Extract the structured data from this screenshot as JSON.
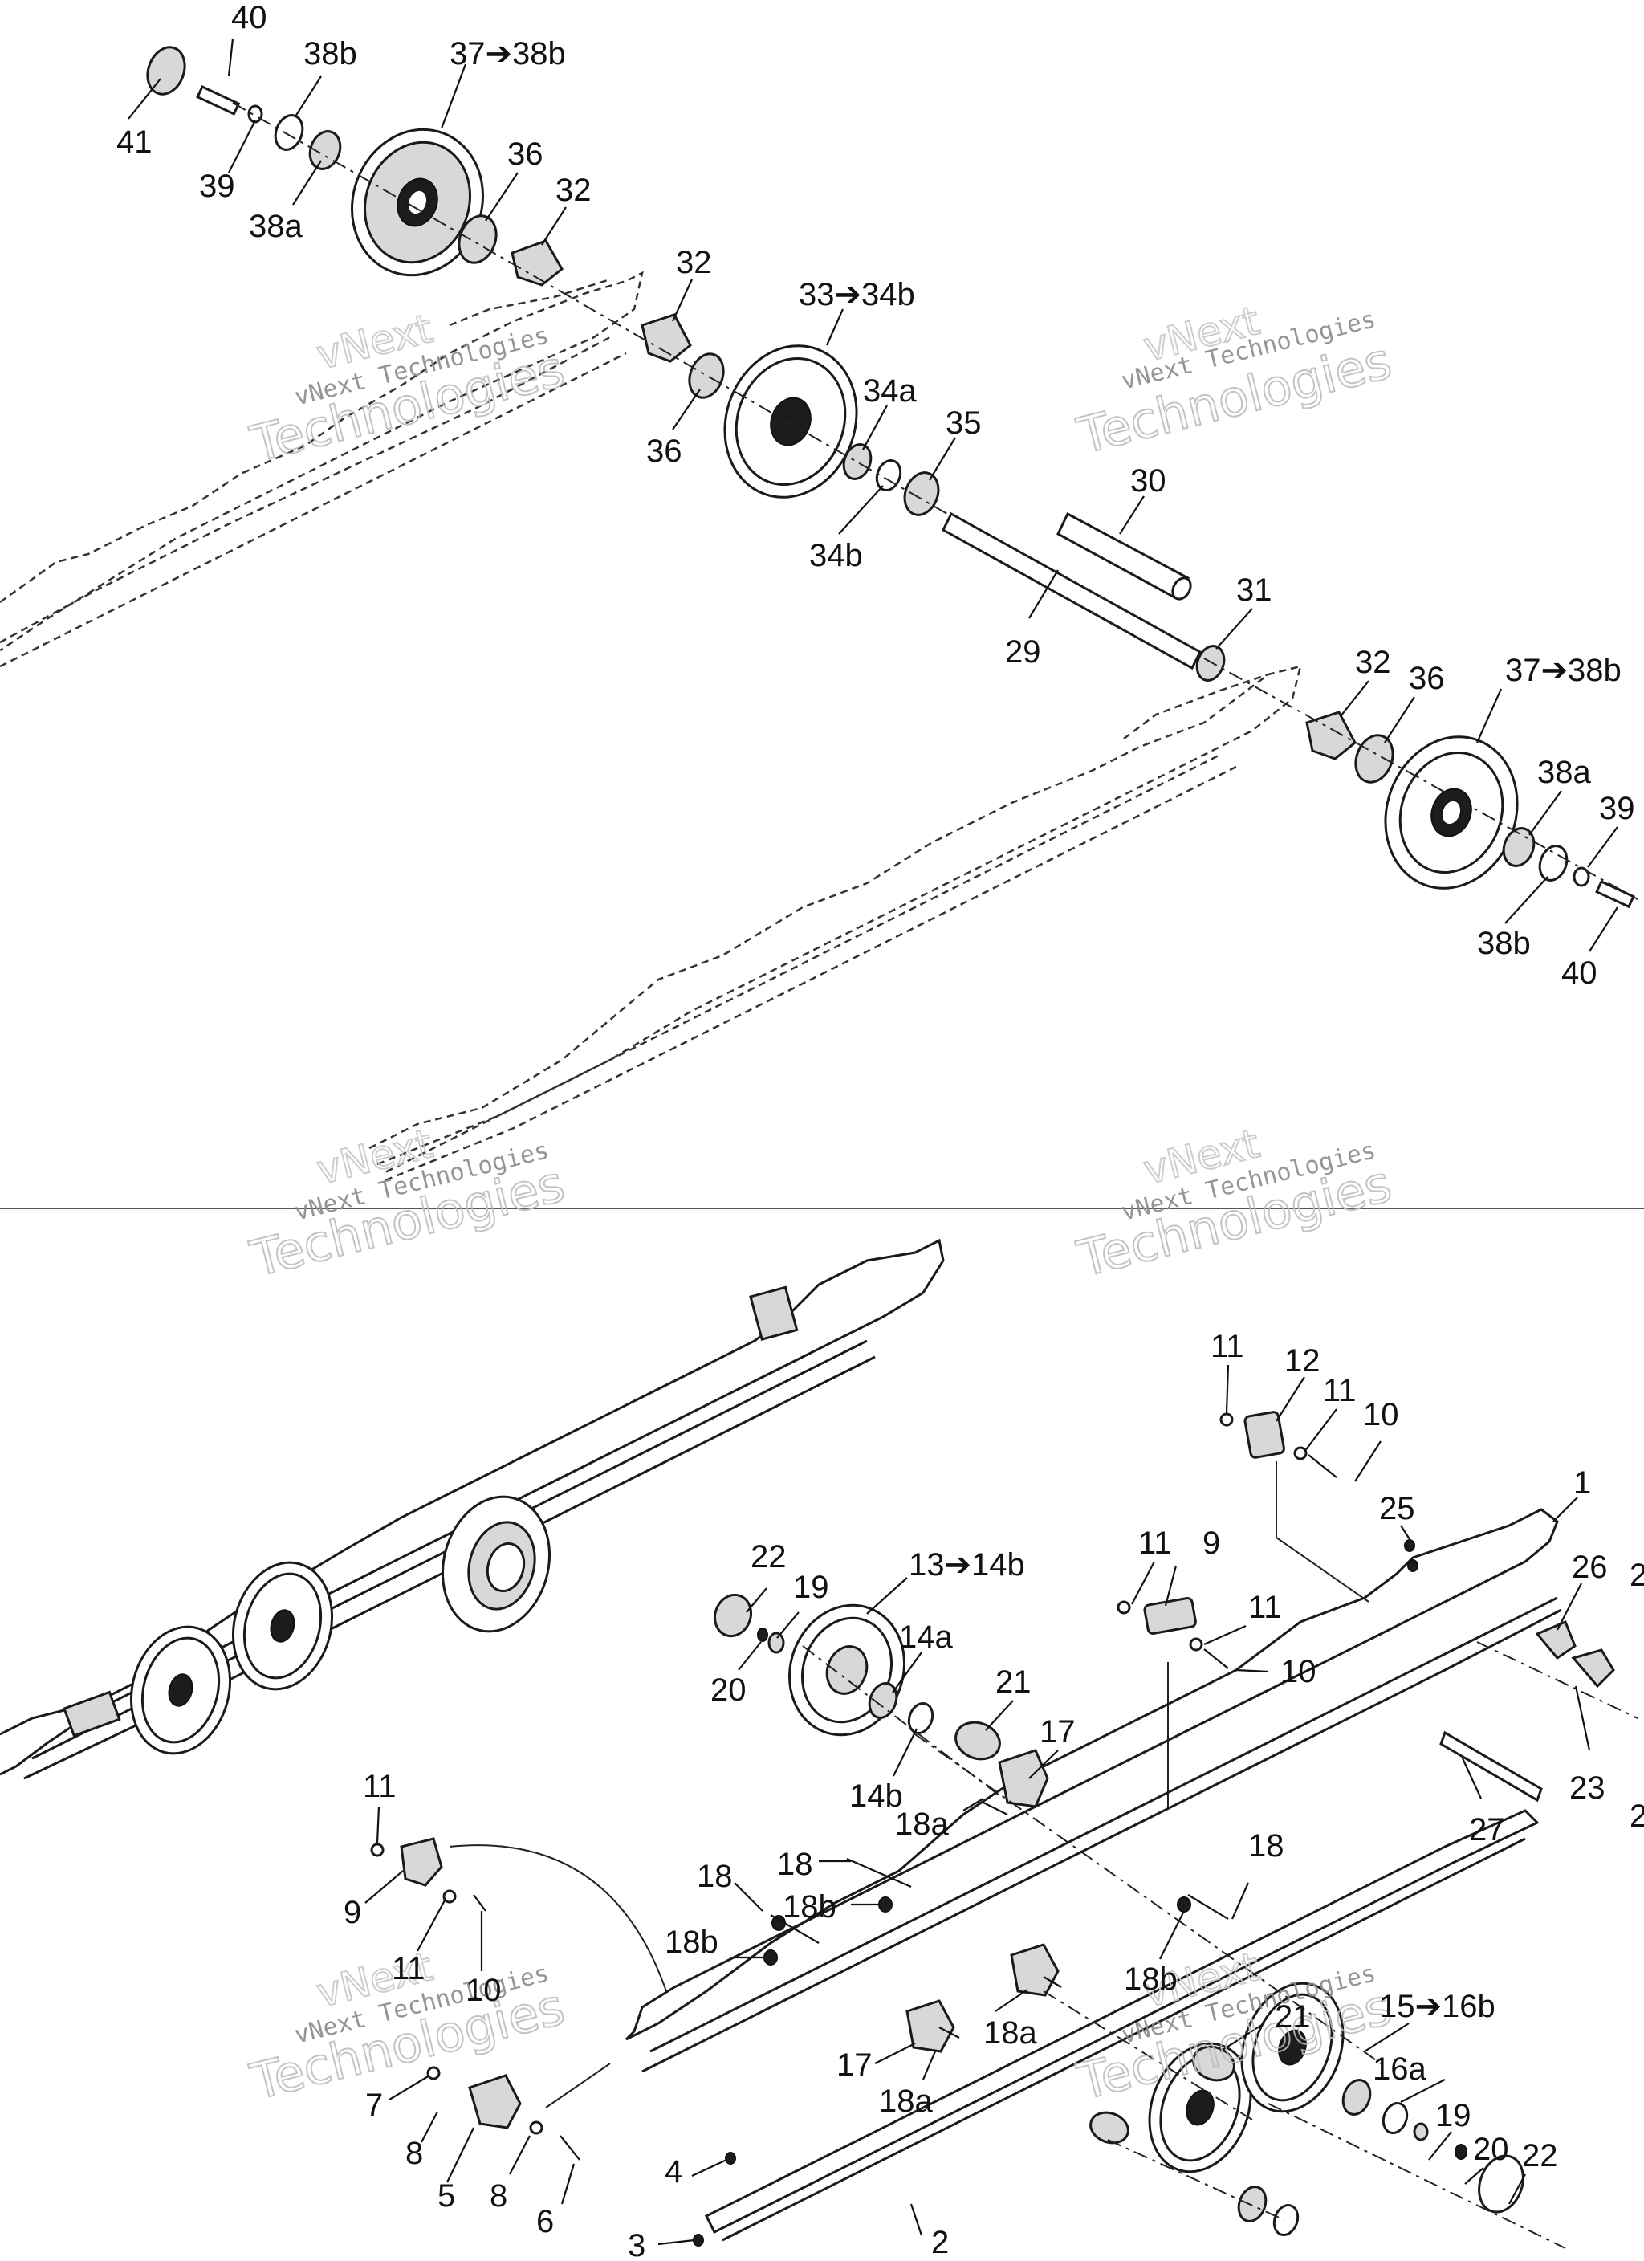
{
  "watermark": {
    "line1": "vNext Technologies",
    "line2": "Technologies",
    "line3": "vNext"
  },
  "callouts": [
    {
      "id": "c41",
      "text": "41"
    },
    {
      "id": "c40a",
      "text": "40"
    },
    {
      "id": "c39a",
      "text": "39"
    },
    {
      "id": "c38b_a",
      "text": "38b"
    },
    {
      "id": "c38a_a",
      "text": "38a"
    },
    {
      "id": "c37a",
      "text": "37➔38b"
    },
    {
      "id": "c36a",
      "text": "36"
    },
    {
      "id": "c32a",
      "text": "32"
    },
    {
      "id": "c32b",
      "text": "32"
    },
    {
      "id": "c36b",
      "text": "36"
    },
    {
      "id": "c33",
      "text": "33➔34b"
    },
    {
      "id": "c34a",
      "text": "34a"
    },
    {
      "id": "c35",
      "text": "35"
    },
    {
      "id": "c34b",
      "text": "34b"
    },
    {
      "id": "c30",
      "text": "30"
    },
    {
      "id": "c29",
      "text": "29"
    },
    {
      "id": "c31",
      "text": "31"
    },
    {
      "id": "c32c",
      "text": "32"
    },
    {
      "id": "c36c",
      "text": "36"
    },
    {
      "id": "c37b",
      "text": "37➔38b"
    },
    {
      "id": "c38a_b",
      "text": "38a"
    },
    {
      "id": "c39b",
      "text": "39"
    },
    {
      "id": "c38b_b",
      "text": "38b"
    },
    {
      "id": "c40b",
      "text": "40"
    },
    {
      "id": "c11a",
      "text": "11"
    },
    {
      "id": "c12",
      "text": "12"
    },
    {
      "id": "c11b",
      "text": "11"
    },
    {
      "id": "c10a",
      "text": "10"
    },
    {
      "id": "c1",
      "text": "1"
    },
    {
      "id": "c25",
      "text": "25"
    },
    {
      "id": "c26",
      "text": "26"
    },
    {
      "id": "c2e1",
      "text": "2"
    },
    {
      "id": "c11c",
      "text": "11"
    },
    {
      "id": "c9a",
      "text": "9"
    },
    {
      "id": "c11d",
      "text": "11"
    },
    {
      "id": "c10b",
      "text": "10"
    },
    {
      "id": "c22a",
      "text": "22"
    },
    {
      "id": "c19a",
      "text": "19"
    },
    {
      "id": "c13",
      "text": "13➔14b"
    },
    {
      "id": "c14a",
      "text": "14a"
    },
    {
      "id": "c20a",
      "text": "20"
    },
    {
      "id": "c21a",
      "text": "21"
    },
    {
      "id": "c17a",
      "text": "17"
    },
    {
      "id": "c14b",
      "text": "14b"
    },
    {
      "id": "c18a_a",
      "text": "18a"
    },
    {
      "id": "c23",
      "text": "23"
    },
    {
      "id": "c27",
      "text": "27"
    },
    {
      "id": "c2e2",
      "text": "2"
    },
    {
      "id": "c11e",
      "text": "11"
    },
    {
      "id": "c9b",
      "text": "9"
    },
    {
      "id": "c11f",
      "text": "11"
    },
    {
      "id": "c10c",
      "text": "10"
    },
    {
      "id": "c18_a",
      "text": "18"
    },
    {
      "id": "c18_b",
      "text": "18"
    },
    {
      "id": "c18b_a",
      "text": "18b"
    },
    {
      "id": "c18_c",
      "text": "18"
    },
    {
      "id": "c18b_b",
      "text": "18b"
    },
    {
      "id": "c18b_c",
      "text": "18b"
    },
    {
      "id": "c18a_b",
      "text": "18a"
    },
    {
      "id": "c17b",
      "text": "17"
    },
    {
      "id": "c18a_c",
      "text": "18a"
    },
    {
      "id": "c21b",
      "text": "21"
    },
    {
      "id": "c15",
      "text": "15➔16b"
    },
    {
      "id": "c16a",
      "text": "16a"
    },
    {
      "id": "c7",
      "text": "7"
    },
    {
      "id": "c8a",
      "text": "8"
    },
    {
      "id": "c5",
      "text": "5"
    },
    {
      "id": "c8b",
      "text": "8"
    },
    {
      "id": "c6",
      "text": "6"
    },
    {
      "id": "c4",
      "text": "4"
    },
    {
      "id": "c3",
      "text": "3"
    },
    {
      "id": "c2",
      "text": "2"
    },
    {
      "id": "c19b",
      "text": "19"
    },
    {
      "id": "c20b",
      "text": "20"
    },
    {
      "id": "c22b",
      "text": "22"
    }
  ]
}
